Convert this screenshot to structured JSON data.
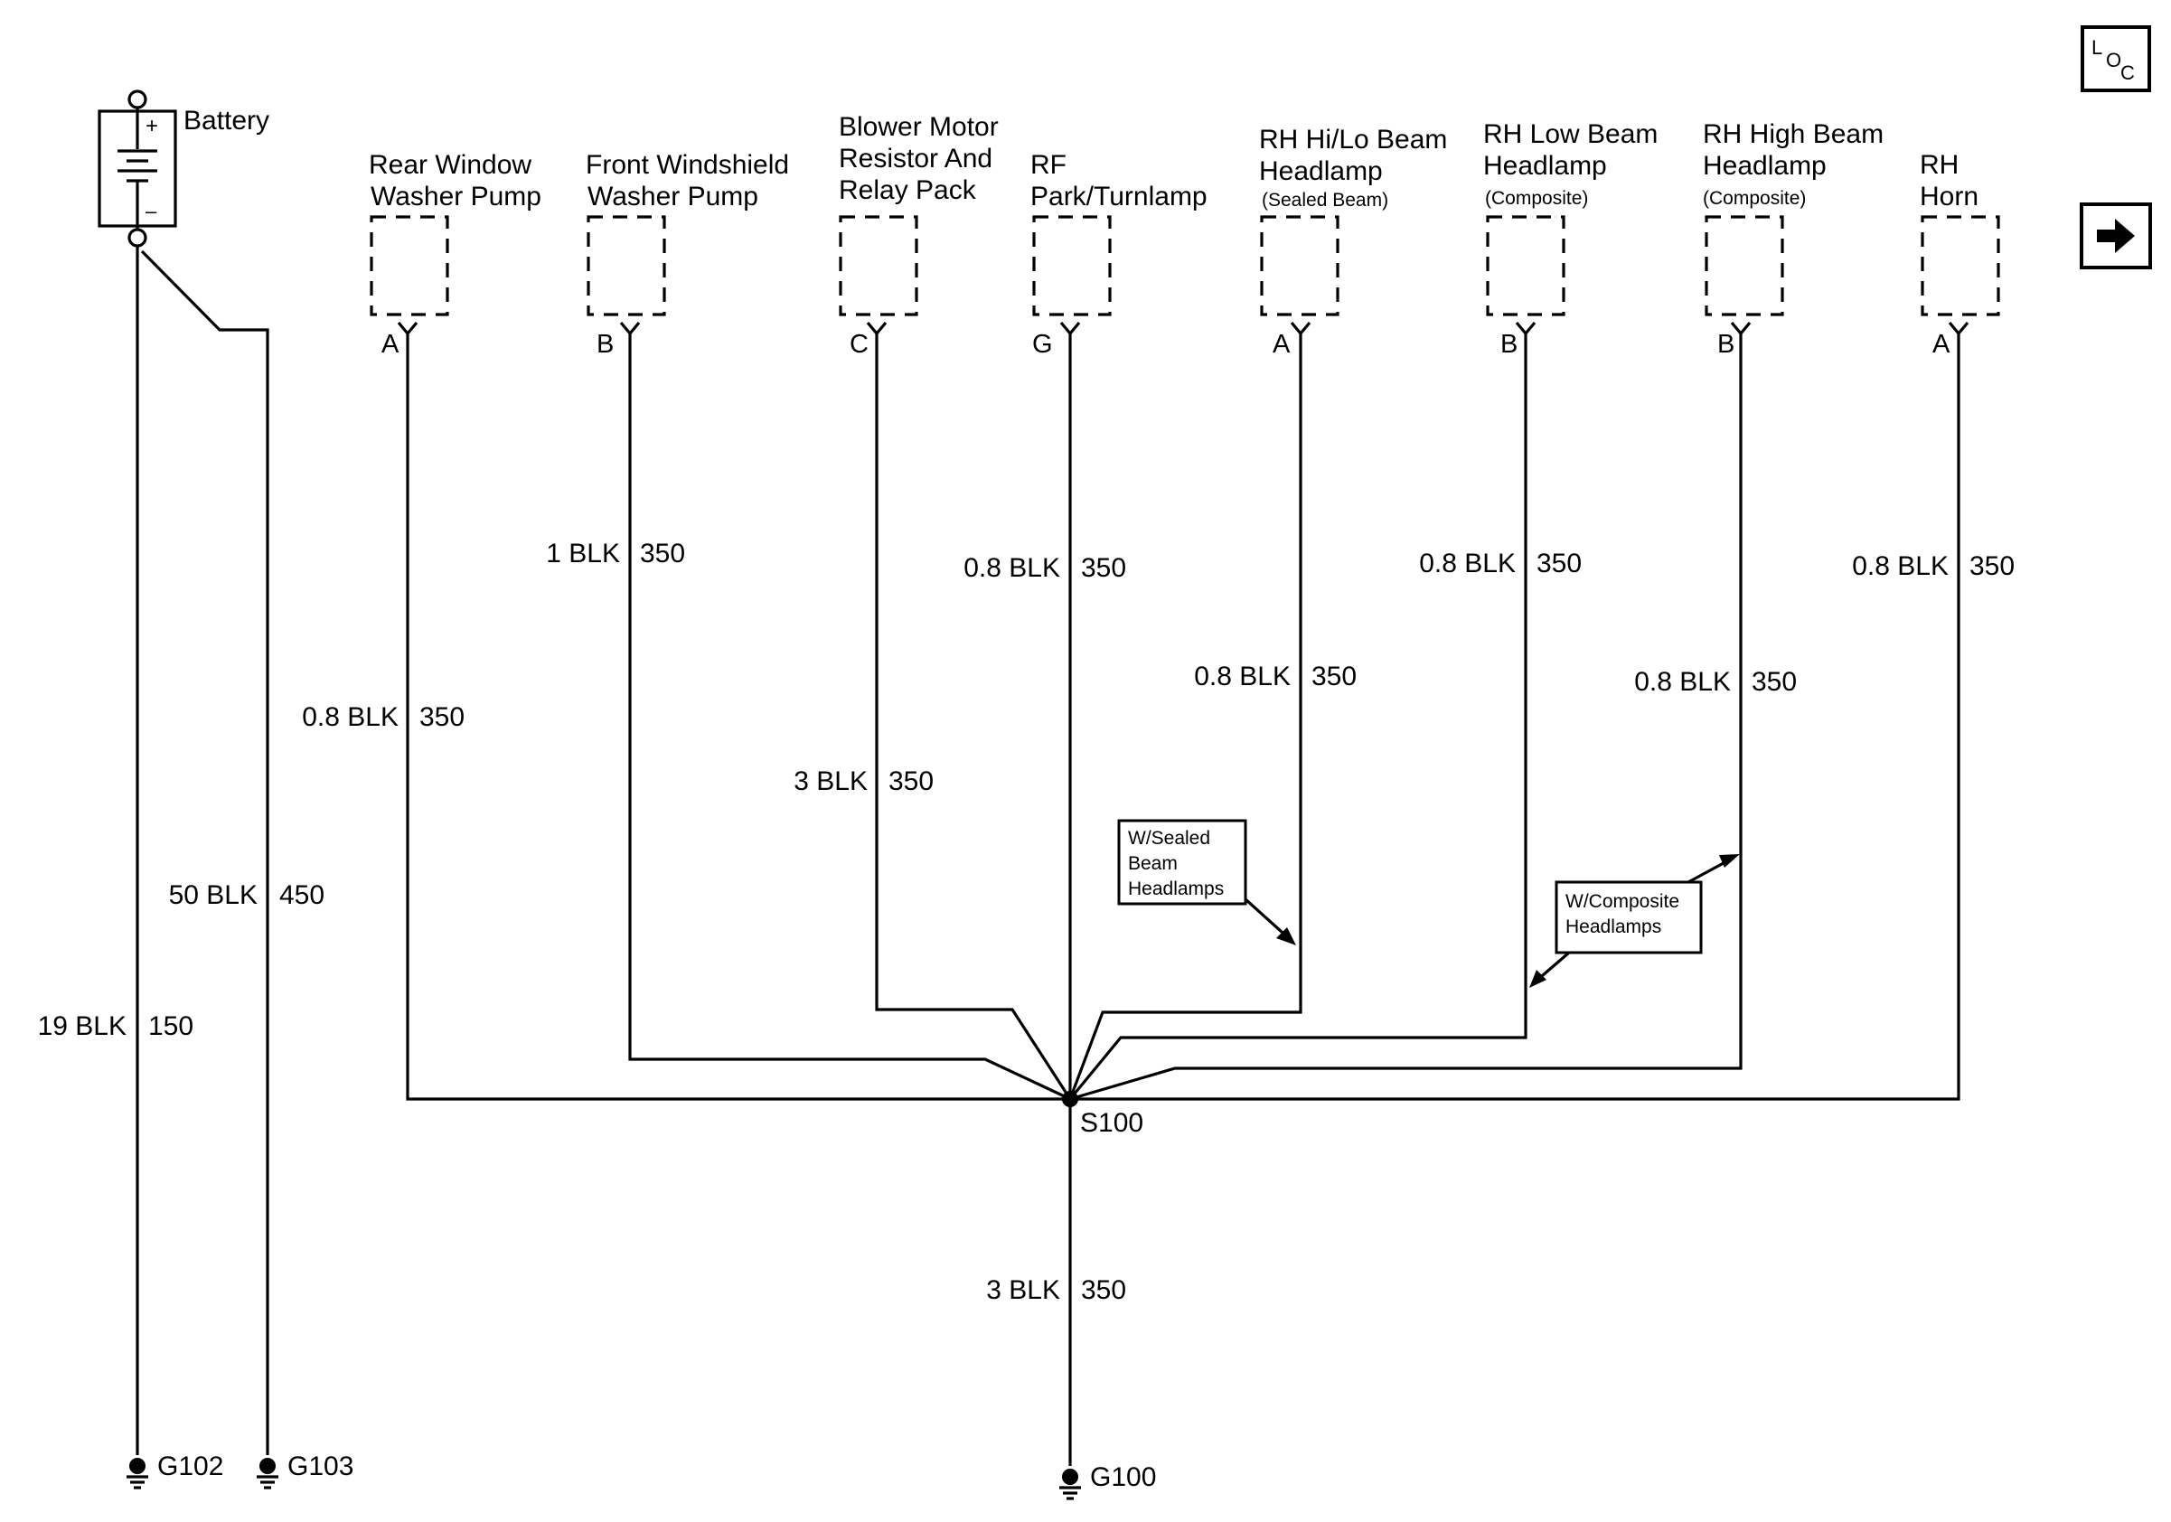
{
  "battery": {
    "label": "Battery",
    "plus": "+",
    "minus": "–"
  },
  "components": {
    "rear_washer": {
      "line1": "Rear Window",
      "line2": "Washer Pump",
      "pin": "A"
    },
    "front_washer": {
      "line1": "Front Windshield",
      "line2": "Washer Pump",
      "pin": "B"
    },
    "blower": {
      "line1": "Blower Motor",
      "line2": "Resistor And",
      "line3": "Relay Pack",
      "pin": "C"
    },
    "rf_park": {
      "line1": "RF",
      "line2": "Park/Turnlamp",
      "pin": "G"
    },
    "rh_hilo": {
      "line1": "RH Hi/Lo Beam",
      "line2": "Headlamp",
      "sub": "(Sealed Beam)",
      "pin": "A"
    },
    "rh_low": {
      "line1": "RH Low Beam",
      "line2": "Headlamp",
      "sub": "(Composite)",
      "pin": "B"
    },
    "rh_high": {
      "line1": "RH High Beam",
      "line2": "Headlamp",
      "sub": "(Composite)",
      "pin": "B"
    },
    "rh_horn": {
      "line1": "RH",
      "line2": "Horn",
      "pin": "A"
    }
  },
  "wires": {
    "rear_washer": {
      "size": "0.8 BLK",
      "circuit": "350"
    },
    "front_washer": {
      "size": "1 BLK",
      "circuit": "350"
    },
    "blower": {
      "size": "3 BLK",
      "circuit": "350"
    },
    "rf_park": {
      "size": "0.8 BLK",
      "circuit": "350"
    },
    "rh_hilo": {
      "size": "0.8 BLK",
      "circuit": "350"
    },
    "rh_low": {
      "size": "0.8 BLK",
      "circuit": "350"
    },
    "rh_high": {
      "size": "0.8 BLK",
      "circuit": "350"
    },
    "rh_horn": {
      "size": "0.8 BLK",
      "circuit": "350"
    },
    "battery_g102": {
      "size": "19 BLK",
      "circuit": "150"
    },
    "battery_g103": {
      "size": "50 BLK",
      "circuit": "450"
    },
    "splice_g100": {
      "size": "3 BLK",
      "circuit": "350"
    }
  },
  "splice": {
    "label": "S100"
  },
  "grounds": {
    "g102": "G102",
    "g103": "G103",
    "g100": "G100"
  },
  "callouts": {
    "sealed": {
      "line1": "W/Sealed",
      "line2": "Beam",
      "line3": "Headlamps"
    },
    "composite": {
      "line1": "W/Composite",
      "line2": "Headlamps"
    }
  },
  "nav": {
    "loc": {
      "l": "L",
      "o": "O",
      "c": "C"
    },
    "next_icon": "right-arrow-icon"
  }
}
